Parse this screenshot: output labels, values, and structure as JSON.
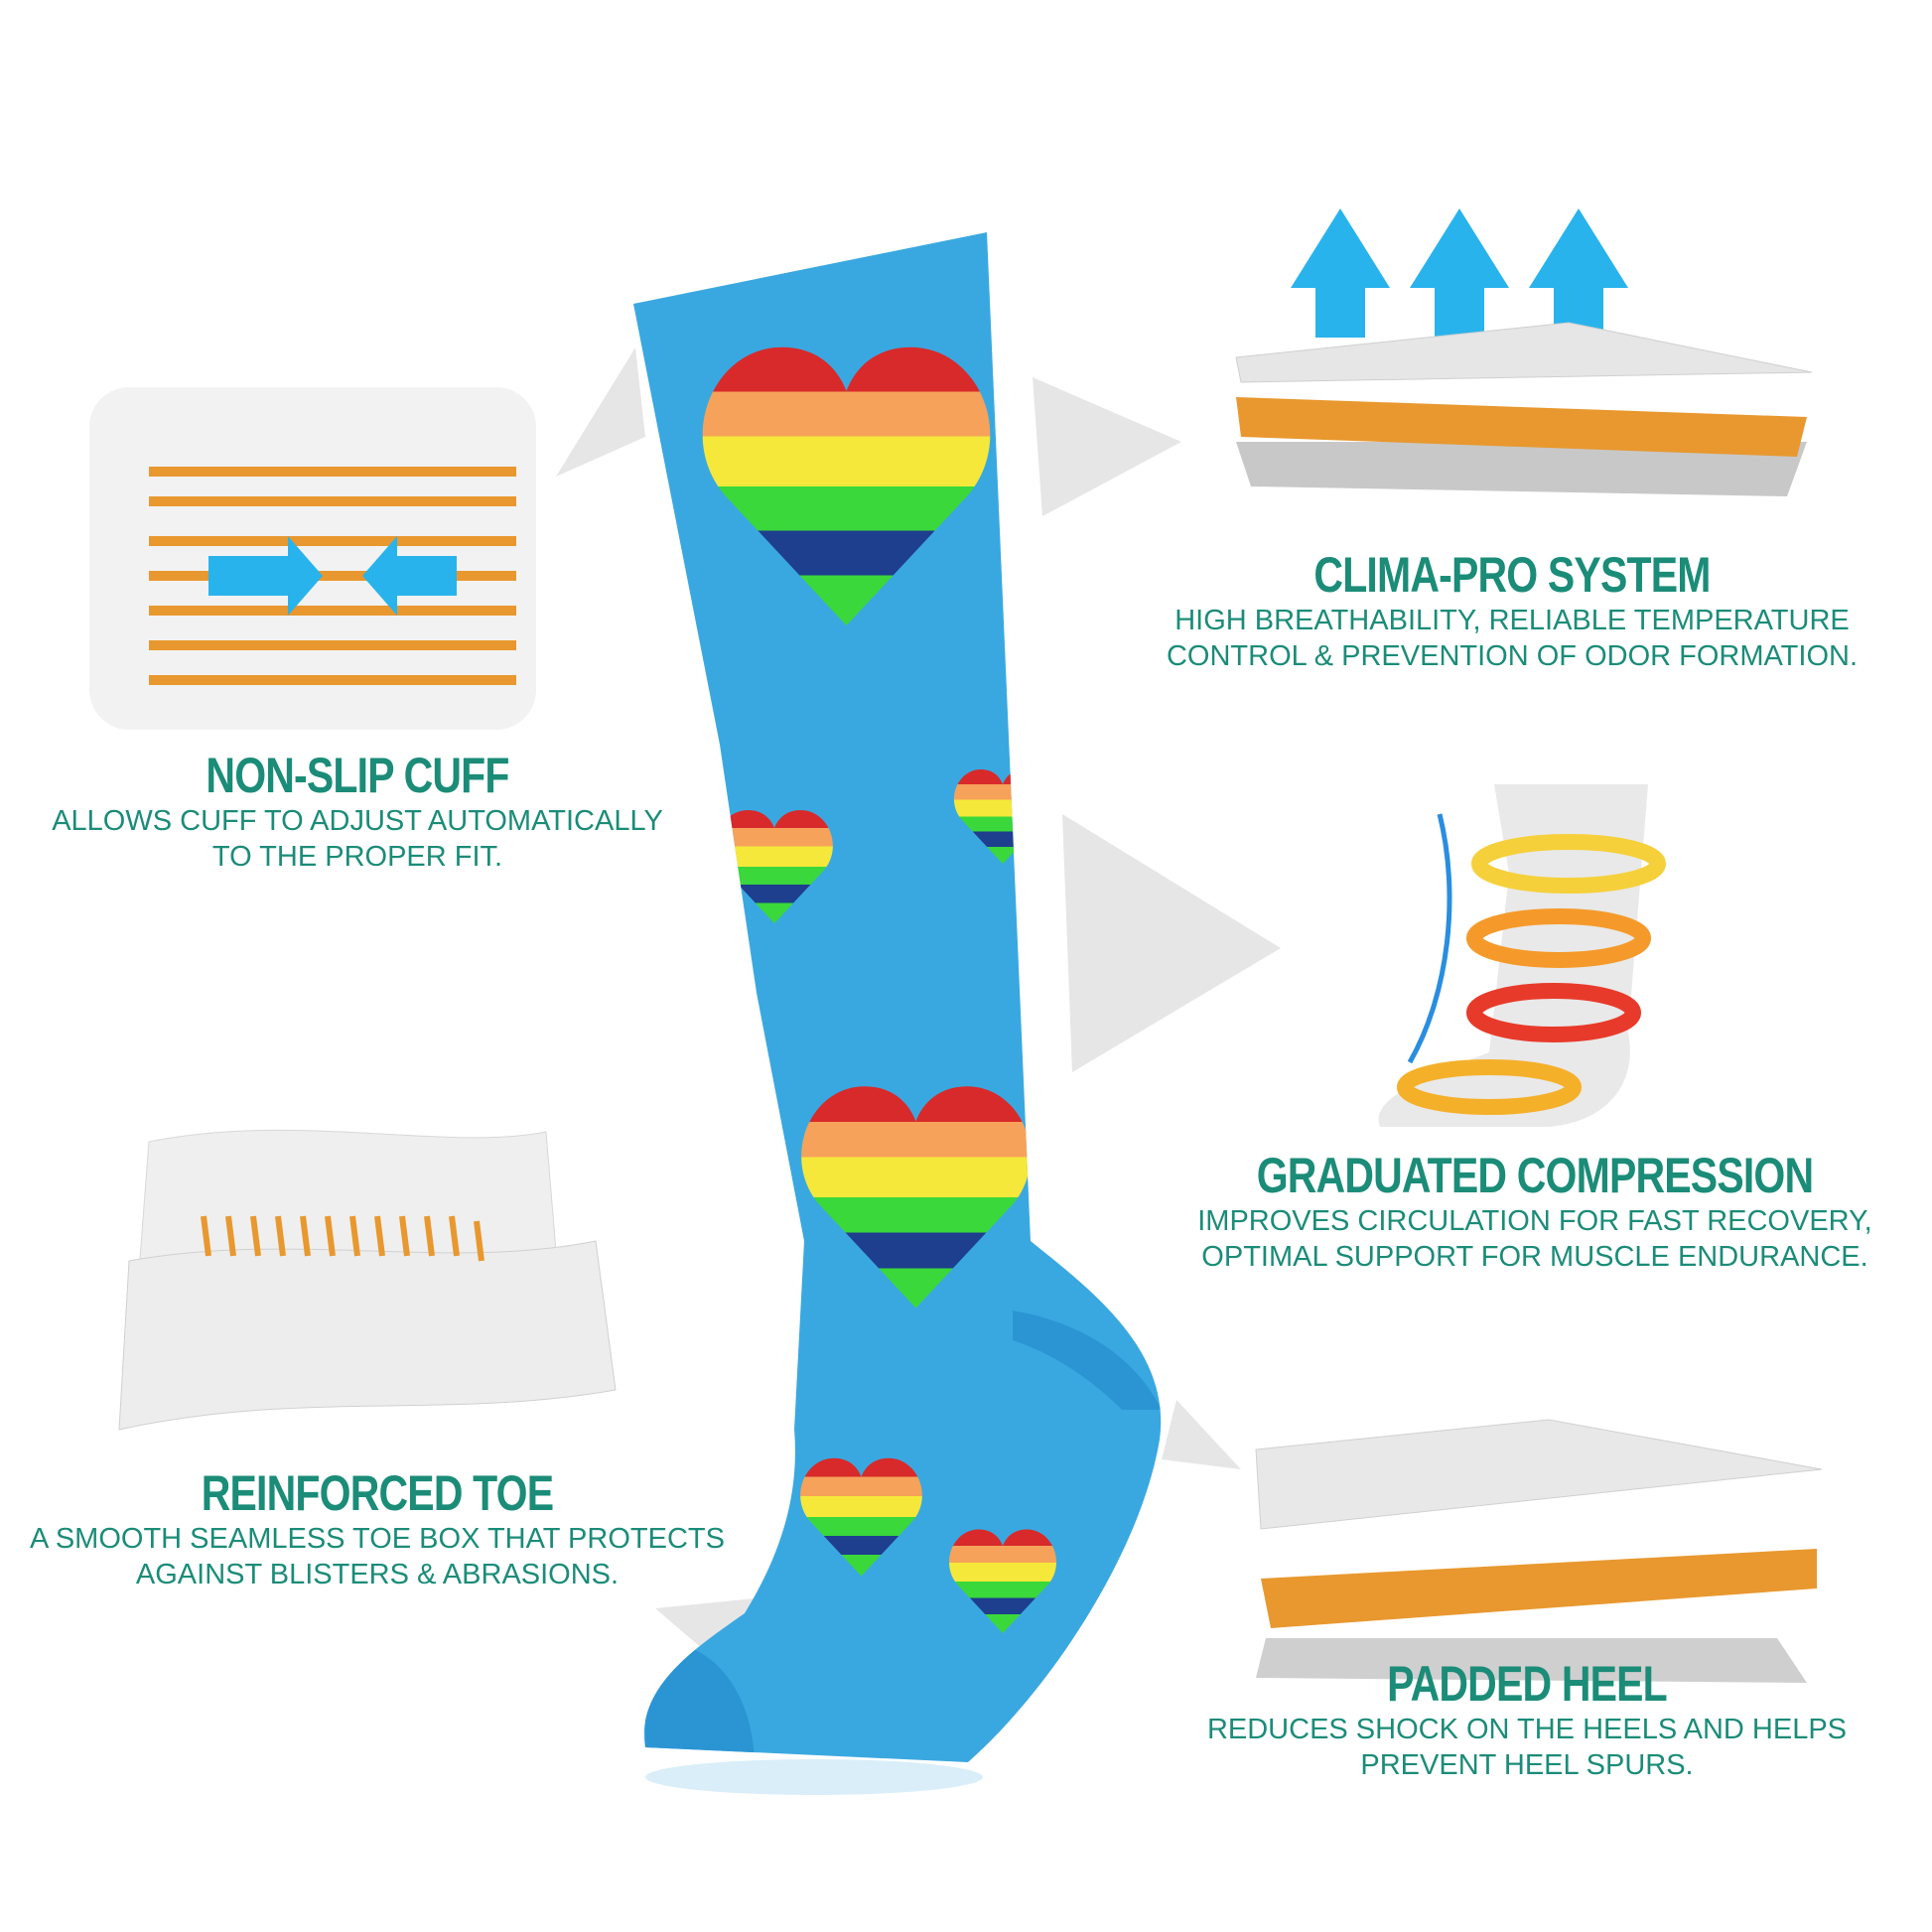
{
  "features": [
    {
      "title": "NON-SLIP CUFF",
      "lines": [
        "ALLOWS CUFF TO ADJUST AUTOMATICALLY",
        "TO THE PROPER FIT."
      ]
    },
    {
      "title": "REINFORCED TOE",
      "lines": [
        "A SMOOTH SEAMLESS TOE BOX THAT PROTECTS",
        "AGAINST BLISTERS & ABRASIONS."
      ]
    },
    {
      "title": "CLIMA-PRO SYSTEM",
      "lines": [
        "HIGH BREATHABILITY, RELIABLE TEMPERATURE",
        "CONTROL & PREVENTION OF ODOR FORMATION."
      ]
    },
    {
      "title": "GRADUATED COMPRESSION",
      "lines": [
        "IMPROVES CIRCULATION FOR FAST RECOVERY,",
        "OPTIMAL SUPPORT FOR MUSCLE ENDURANCE."
      ]
    },
    {
      "title": "PADDED HEEL",
      "lines": [
        "REDUCES SHOCK ON THE HEELS AND HELPS",
        "PREVENT HEEL SPURS."
      ]
    }
  ],
  "colors": {
    "text": "#1b8c78",
    "sock": "#3aa8e0",
    "orange": "#e8982e",
    "arrow": "#29b3ec"
  }
}
